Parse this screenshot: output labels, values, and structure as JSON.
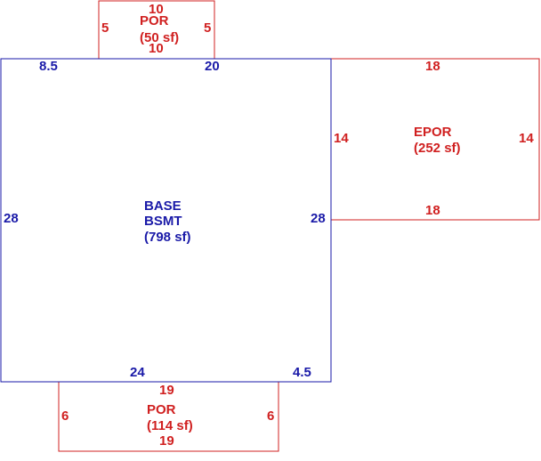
{
  "colors": {
    "base": "#1a1aa8",
    "porch": "#d02020"
  },
  "areas": [
    {
      "id": "base",
      "name_lines": [
        "BASE",
        "BSMT"
      ],
      "area": "(798 sf)",
      "dimensions": [
        "8.5",
        "20",
        "28",
        "28",
        "24",
        "4.5"
      ]
    },
    {
      "id": "top-porch",
      "name_lines": [
        "POR"
      ],
      "area": "(50 sf)",
      "dimensions": [
        "10",
        "10",
        "5",
        "5"
      ]
    },
    {
      "id": "enclosed-porch",
      "name_lines": [
        "EPOR"
      ],
      "area": "(252 sf)",
      "dimensions": [
        "18",
        "18",
        "14",
        "14"
      ]
    },
    {
      "id": "bottom-porch",
      "name_lines": [
        "POR"
      ],
      "area": "(114 sf)",
      "dimensions": [
        "19",
        "19",
        "6",
        "6"
      ]
    }
  ]
}
